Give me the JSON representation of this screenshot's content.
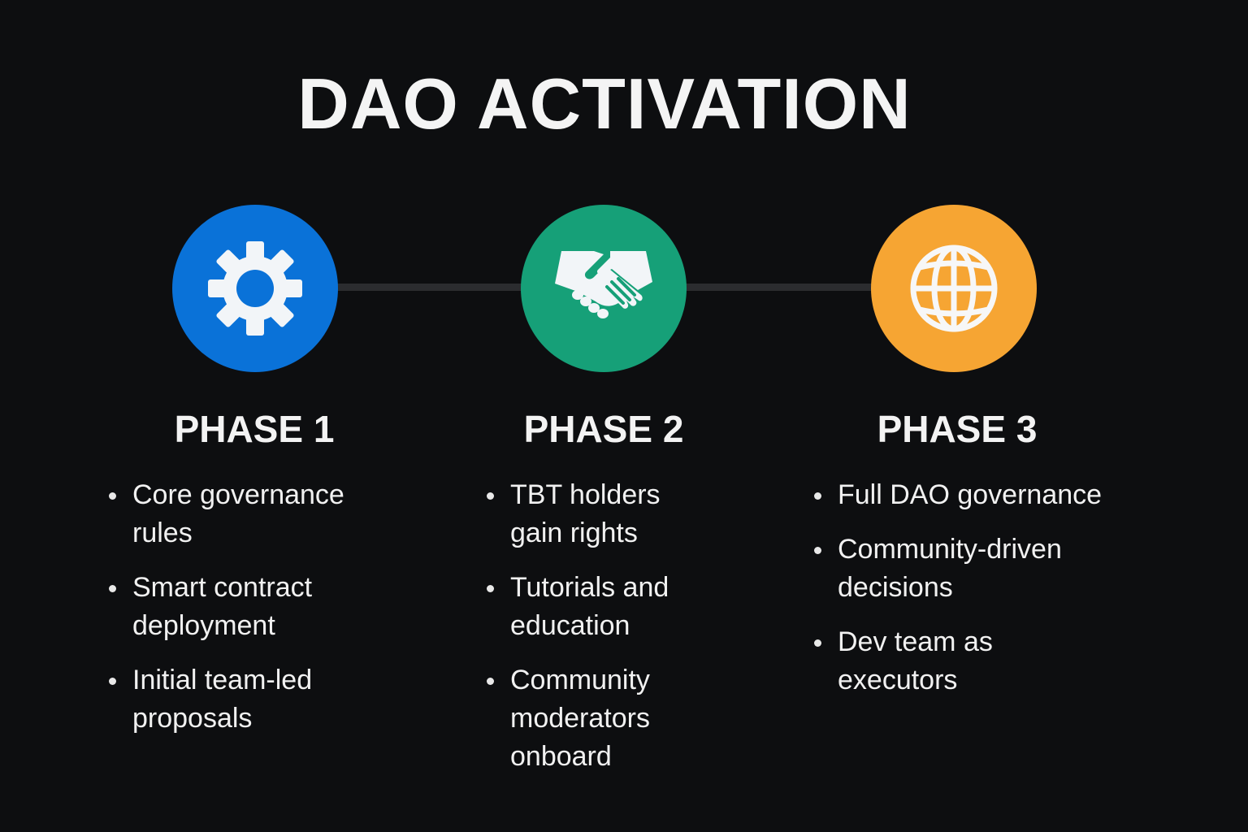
{
  "title": "DAO ACTIVATION",
  "colors": {
    "background": "#0d0e10",
    "connector": "#2b2c2f",
    "phase1": "#0a72d8",
    "phase2": "#16a078",
    "phase3": "#f6a533",
    "icon_fill": "#f2f5f8",
    "text": "#f3f3f3"
  },
  "phases": [
    {
      "heading": "PHASE 1",
      "icon": "gear-icon",
      "color": "#0a72d8",
      "items": [
        {
          "line1": "Core governance",
          "line2": "rules"
        },
        {
          "line1": "Smart contract",
          "line2": "deployment"
        },
        {
          "line1": "Initial team-led",
          "line2": "proposals"
        }
      ]
    },
    {
      "heading": "PHASE 2",
      "icon": "handshake-icon",
      "color": "#16a078",
      "items": [
        {
          "line1": "TBT holders",
          "line2": "gain rights"
        },
        {
          "line1": "Tutorials and",
          "line2": "education"
        },
        {
          "line1": "Community",
          "line2": "moderators",
          "line3": "onboard"
        }
      ]
    },
    {
      "heading": "PHASE 3",
      "icon": "globe-icon",
      "color": "#f6a533",
      "items": [
        {
          "line1": "Full DAO governance"
        },
        {
          "line1": "Community-driven",
          "line2": "decisions"
        },
        {
          "line1": "Dev team as",
          "line2": "executors"
        }
      ]
    }
  ]
}
